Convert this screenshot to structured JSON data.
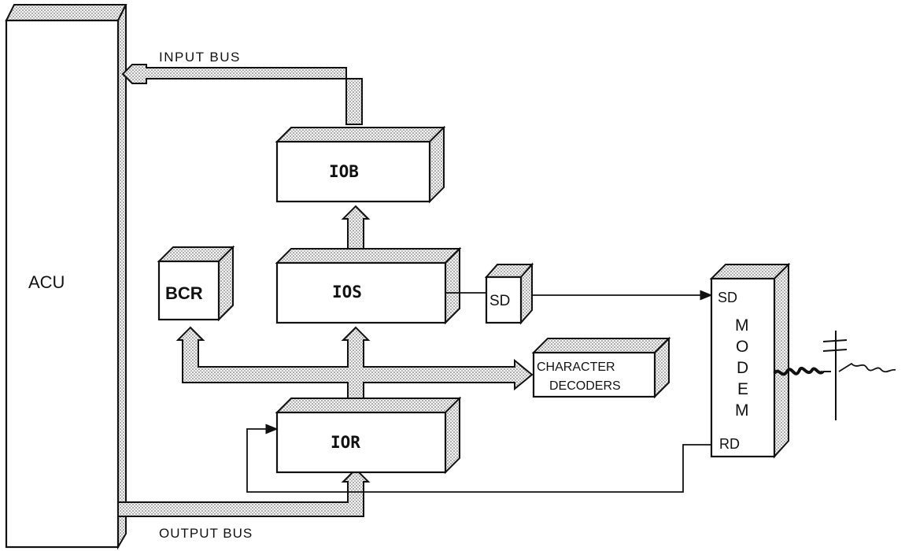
{
  "blocks": {
    "acu": "ACU",
    "iob": "IOB",
    "ios": "IOS",
    "ior": "IOR",
    "bcr": "BCR",
    "sd": "SD",
    "character_decoders_line1": "CHARACTER",
    "character_decoders_line2": "DECODERS",
    "modem_letters": [
      "M",
      "O",
      "D",
      "E",
      "M"
    ],
    "modem_sd_port": "SD",
    "modem_rd_port": "RD"
  },
  "buses": {
    "input": "INPUT BUS",
    "output": "OUTPUT BUS"
  }
}
